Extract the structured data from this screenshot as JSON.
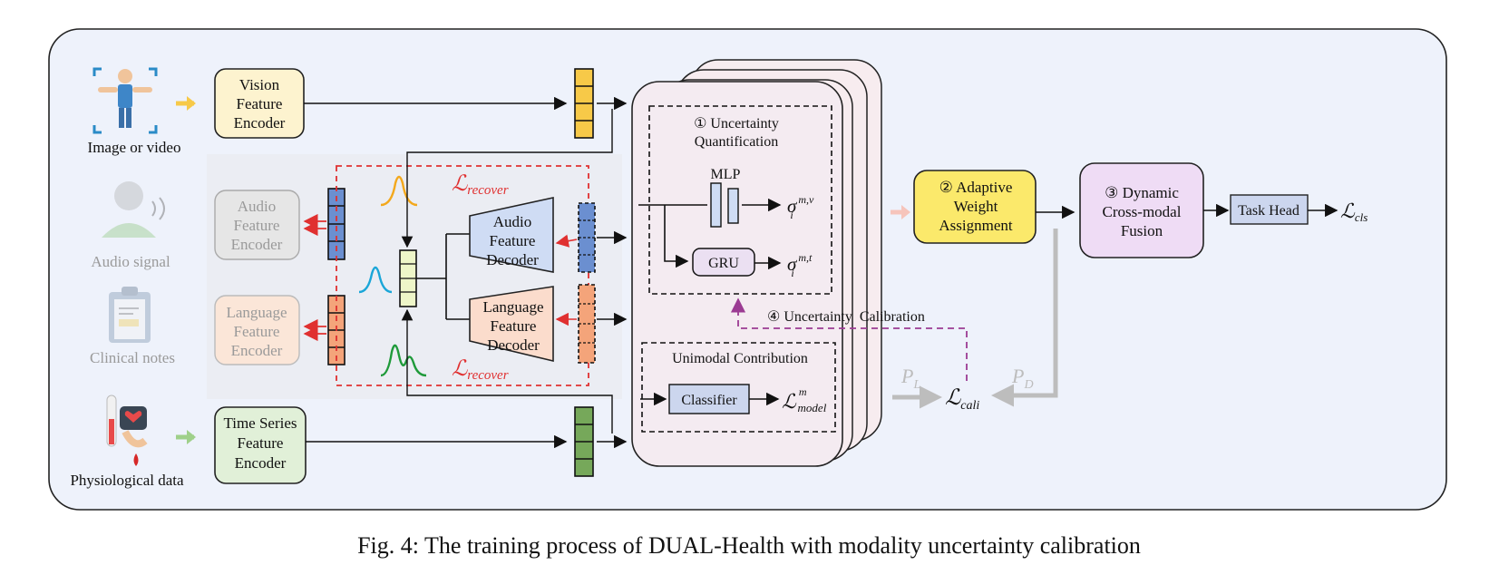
{
  "caption": "Fig. 4: The training process of DUAL-Health with modality uncertainty calibration",
  "inputs": {
    "vision": "Image or video",
    "audio": "Audio signal",
    "clinical": "Clinical notes",
    "physio": "Physiological data"
  },
  "encoders": {
    "vision": [
      "Vision",
      "Feature",
      "Encoder"
    ],
    "audio": [
      "Audio",
      "Feature",
      "Encoder"
    ],
    "language": [
      "Language",
      "Feature",
      "Encoder"
    ],
    "timeseries": [
      "Time Series",
      "Feature",
      "Encoder"
    ]
  },
  "decoders": {
    "audio": [
      "Audio",
      "Feature",
      "Decoder"
    ],
    "language": [
      "Language",
      "Feature",
      "Decoder"
    ]
  },
  "losses": {
    "recover_main": "ℒ",
    "recover_sub": "recover",
    "cali_main": "ℒ",
    "cali_sub": "cali",
    "cls_main": "ℒ",
    "cls_sub": "cls",
    "model_main": "ℒ",
    "model_sub": "model",
    "model_sup": "m"
  },
  "uq": {
    "title_line1": "① Uncertainty",
    "title_line2": "Quantification",
    "mlp": "MLP",
    "gru": "GRU",
    "sigma": "σ",
    "sigma_sub": "i",
    "sigma_v_sup": "m,v",
    "sigma_t_sup": "m,t"
  },
  "unimodal": {
    "title": "Unimodal Contribution",
    "classifier": "Classifier"
  },
  "calibration": "④ Uncertainty  Calibration",
  "stages": {
    "adaptive": [
      "② Adaptive",
      "Weight",
      "Assignment"
    ],
    "fusion": [
      "③ Dynamic",
      "Cross-modal",
      "Fusion"
    ],
    "task_head": "Task Head"
  },
  "probs": {
    "pl_main": "P",
    "pl_sub": "L",
    "pd_main": "P",
    "pd_sub": "D"
  },
  "colors": {
    "vision_box": "#fdf3cf",
    "audio_box": "#e6e6e6",
    "language_box": "#fbe6d8",
    "ts_box": "#e1f0d8",
    "vision_feat": "#f7c948",
    "audio_feat": "#6b8fd0",
    "lang_feat": "#f4a47a",
    "ts_feat": "#76a85a",
    "adaptive": "#fbe96b",
    "fusion": "#efdcf5",
    "taskhead": "#ccd6ee",
    "recover_red": "#e03030",
    "calib_purple": "#9b3b93"
  }
}
